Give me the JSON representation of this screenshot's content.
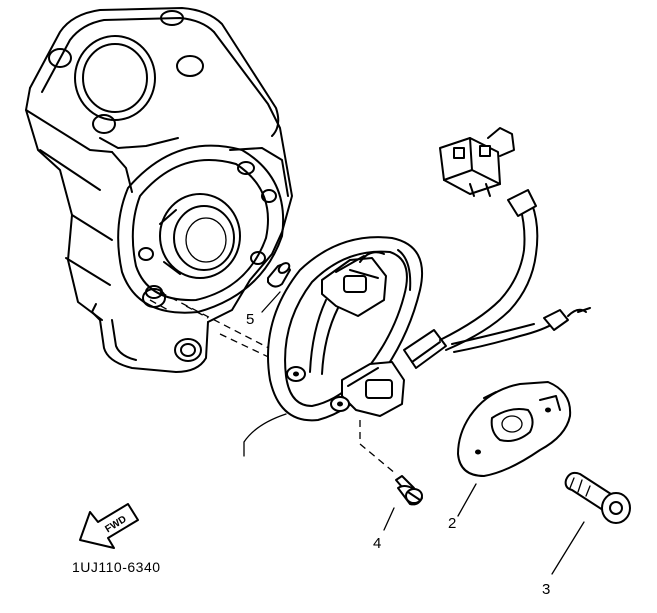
{
  "callouts": [
    "5",
    "4",
    "2",
    "3"
  ],
  "fwd_label": "FWD",
  "diagram_code": "1UJ110-6340"
}
